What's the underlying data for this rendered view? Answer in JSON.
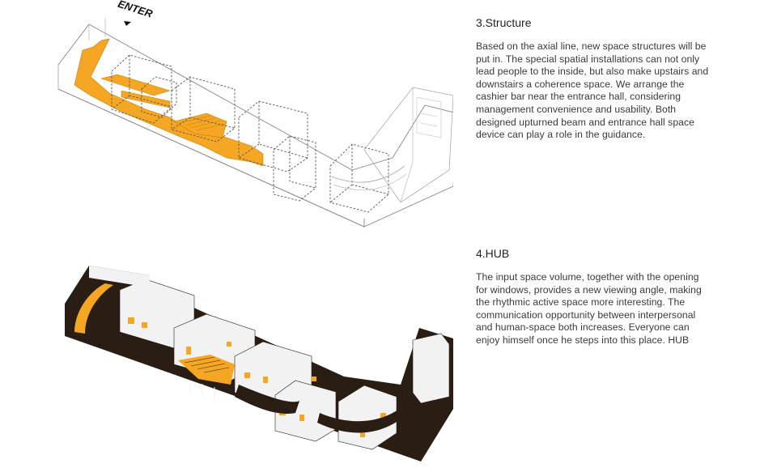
{
  "colors": {
    "accent": "#f5a623",
    "dark": "#2a1d14",
    "line": "#777777",
    "wall": "#f0f0f0"
  },
  "diagram_structure": {
    "enter_label": "ENTER"
  },
  "sections": [
    {
      "title": "3.Structure",
      "body": "Based on the axial line, new space structures will be put in. The special spatial installations can not only lead people to the inside, but also make upstairs and downstairs a coherence space. We arrange the cashier bar near the entrance hall, considering management convenience and usability. Both designed upturned beam and entrance hall space device can play a role in the guidance."
    },
    {
      "title": "4.HUB",
      "body": "The input space volume, together with the opening for windows, provides a new viewing angle, making the rhythmic active space more interesting. The communication opportunity between interpersonal and human-space both increases. Everyone can enjoy himself once he steps into this place. HUB"
    }
  ]
}
